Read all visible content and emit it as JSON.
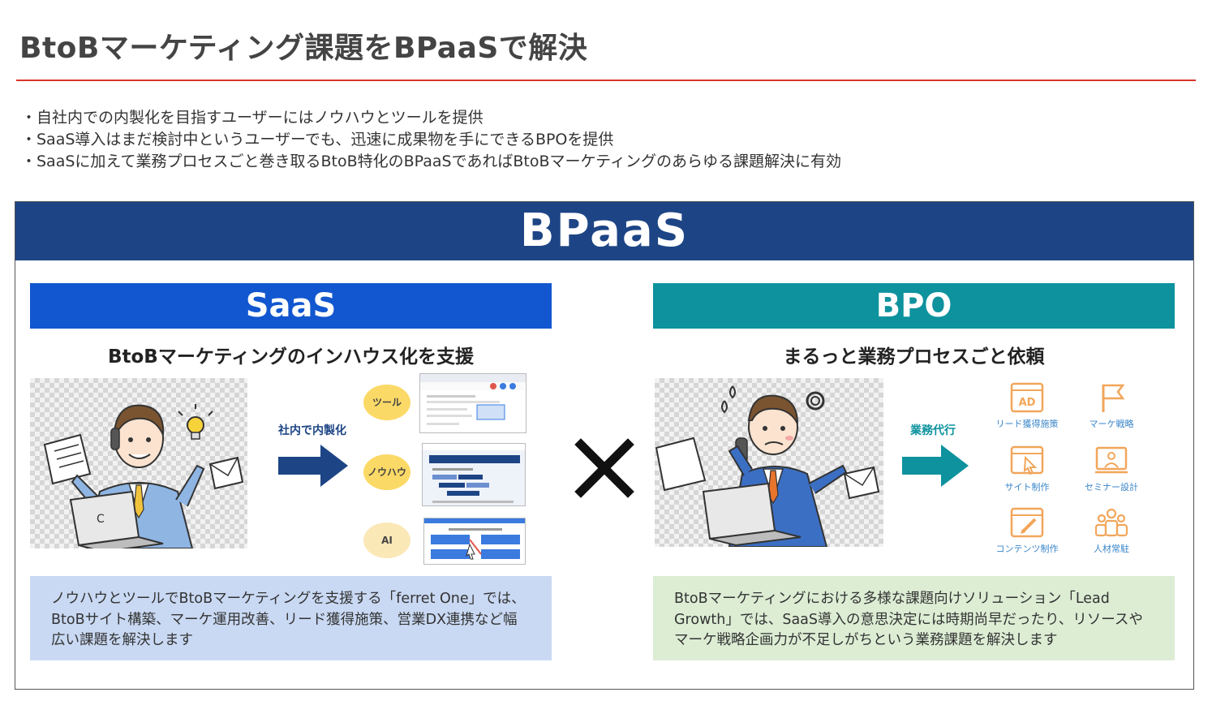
{
  "title": "BtoBマーケティング課題をBPaaSで解決",
  "bullets": [
    "・自社内での内製化を目指すユーザーにはノウハウとツールを提供",
    "・SaaS導入はまだ検討中というユーザーでも、迅速に成果物を手にできるBPOを提供",
    "・SaaSに加えて業務プロセスごと巻き取るBtoB特化のBPaaSであればBtoBマーケティングのあらゆる課題解決に有効"
  ],
  "header": "BPaaS",
  "saas": {
    "heading": "SaaS",
    "subheading": "BtoBマーケティングのインハウス化を支援",
    "arrow_label": "社内で内製化",
    "circles": [
      "ツール",
      "ノウハウ",
      "AI"
    ],
    "description": "ノウハウとツールでBtoBマーケティングを支援する「ferret One」では、BtoBサイト構築、マーケ運用改善、リード獲得施策、営業DX連携など幅広い課題を解決します"
  },
  "cross_symbol": "×",
  "bpo": {
    "heading": "BPO",
    "subheading": "まるっと業務プロセスごと依頼",
    "arrow_label": "業務代行",
    "icons": [
      {
        "icon": "ad-icon",
        "label": "リード獲得施策"
      },
      {
        "icon": "flag-icon",
        "label": "マーケ戦略"
      },
      {
        "icon": "web-cursor-icon",
        "label": "サイト制作"
      },
      {
        "icon": "presentation-icon",
        "label": "セミナー設計"
      },
      {
        "icon": "content-edit-icon",
        "label": "コンテンツ制作"
      },
      {
        "icon": "people-icon",
        "label": "人材常駐"
      }
    ],
    "description": "BtoBマーケティングにおける多様な課題向けソリューション「Lead Growth」では、SaaS導入の意思決定には時期尚早だったり、リソースやマーケ戦略企画力が不足しがちという業務課題を解決します"
  },
  "colors": {
    "title_rule": "#d9342b",
    "bpaas_header": "#1d4585",
    "saas_blue": "#1257cf",
    "bpo_teal": "#0d929e",
    "saas_desc_bg": "#c9d9f3",
    "bpo_desc_bg": "#dcedd4",
    "icon_orange": "#f2a65a"
  }
}
